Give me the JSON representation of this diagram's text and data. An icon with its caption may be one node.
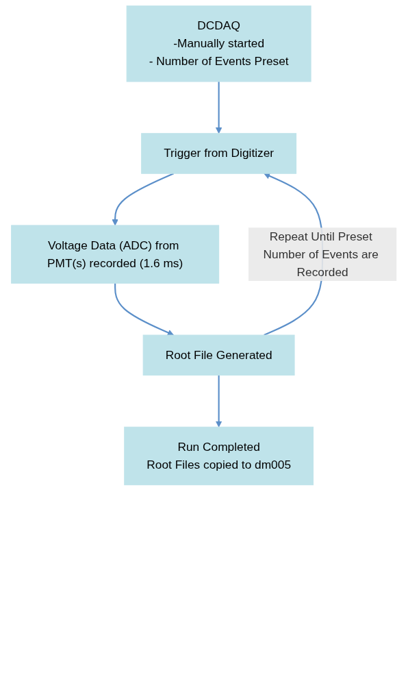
{
  "diagram": {
    "nodes": [
      {
        "text": [
          "DCDAQ",
          "-Manually started",
          "- Number of Events Preset"
        ]
      },
      {
        "text": [
          "Trigger from Digitizer"
        ]
      },
      {
        "text": [
          "Voltage Data (ADC) from PMT(s) recorded (1.6 ms)"
        ]
      },
      {
        "text": [
          "Root File Generated"
        ]
      },
      {
        "text": [
          "Run Completed",
          "Root Files copied to dm005"
        ]
      }
    ],
    "edges": [
      {
        "from": 0,
        "to": 1,
        "arrow": "to"
      },
      {
        "from": 1,
        "to": 2,
        "arrow": "to"
      },
      {
        "from": 2,
        "to": 3,
        "arrow": "to"
      },
      {
        "from": 3,
        "to": 4,
        "arrow": "to"
      },
      {
        "from": 3,
        "to": 1,
        "arrow": "to",
        "label": "Repeat Until Preset Number of Events are Recorded"
      }
    ]
  }
}
